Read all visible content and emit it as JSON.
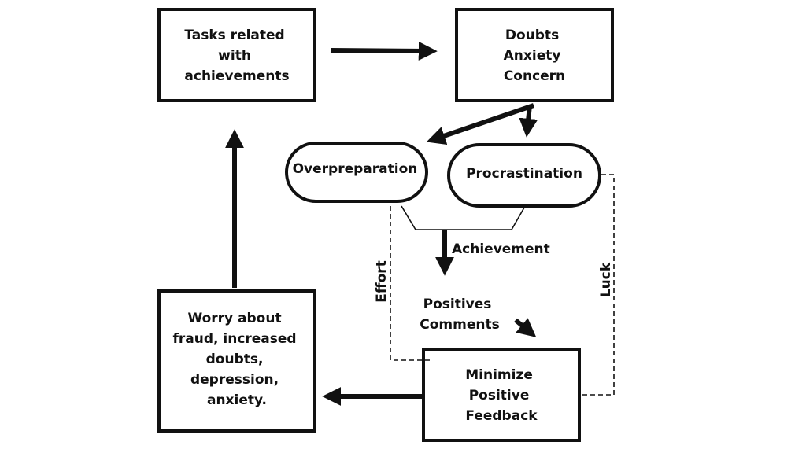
{
  "nodes": {
    "tasks": [
      "Tasks related",
      "with",
      "achievements"
    ],
    "doubts": [
      "Doubts",
      "Anxiety",
      "Concern"
    ],
    "overpreparation": [
      "Overpreparation"
    ],
    "procrastination": [
      "Procrastination"
    ],
    "worry": [
      "Worry about",
      "fraud, increased",
      "doubts,",
      "depression,",
      "anxiety."
    ],
    "minimize": [
      "Minimize",
      "Positive",
      "Feedback"
    ]
  },
  "labels": {
    "achievement": "Achievement",
    "positives": [
      "Positives",
      "Comments"
    ],
    "effort": "Effort",
    "luck": "Luck"
  }
}
